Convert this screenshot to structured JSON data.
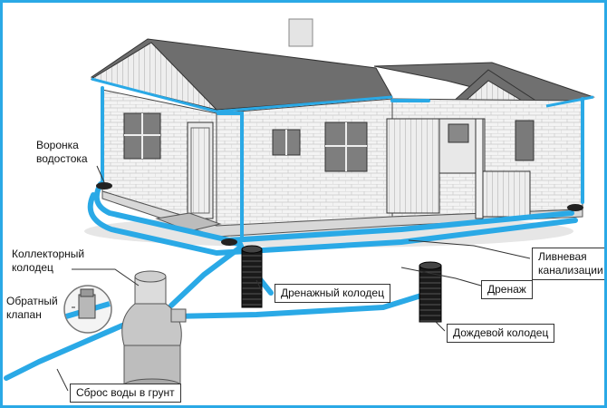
{
  "labels": {
    "funnel_line1": "Воронка",
    "funnel_line2": "водостока",
    "collector_line1": "Коллекторный",
    "collector_line2": "колодец",
    "valve_line1": "Обратный",
    "valve_line2": "клапан",
    "storm_line1": "Ливневая",
    "storm_line2": "канализации",
    "drainage": "Дренаж",
    "drain_well": "Дренажный колодец",
    "rain_well": "Дождевой колодец",
    "discharge": "Сброс воды в грунт"
  },
  "colors": {
    "pipe": "#2aa9e6",
    "roof": "#6e6e6e",
    "wall": "#f1f1f1",
    "well": "#1a1a1a",
    "frame": "#2aa9e6"
  }
}
